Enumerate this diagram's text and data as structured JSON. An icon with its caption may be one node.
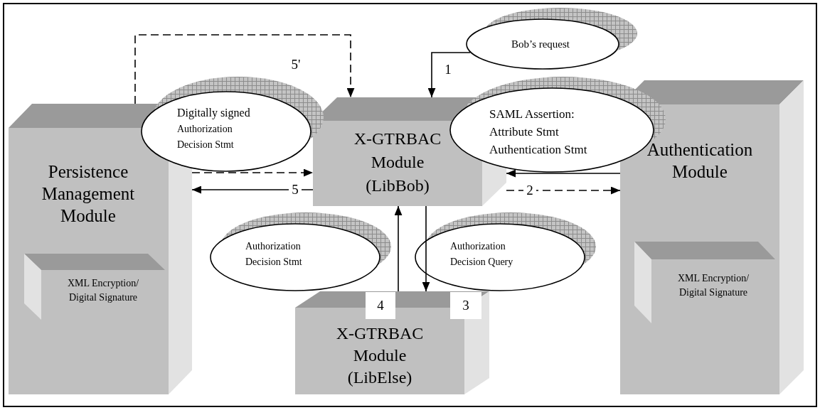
{
  "diagram": {
    "nodes": [
      {
        "text": [
          "Bob’s request"
        ]
      },
      {
        "text": [
          "Persistence Management Module"
        ]
      },
      {
        "text": [
          "XML Encryption/ Digital Signature"
        ],
        "in": 1
      },
      {
        "text": [
          "Digitally signed",
          "Authorization Decision Stmt"
        ]
      },
      {
        "text": [
          "X-GTRBAC Module (LibBob)"
        ]
      },
      {
        "text": [
          "SAML Assertion: Attribute Stmt Authentication Stmt"
        ]
      },
      {
        "text": [
          "Authentication Module"
        ]
      },
      {
        "text": [
          "XML Encryption/ Digital Signature"
        ],
        "in": 6
      },
      {
        "text": [
          "Authorization Decision Stmt"
        ]
      },
      {
        "text": [
          "Authorization Decision Query"
        ]
      },
      {
        "text": [
          "X-GTRBAC Module (LibElse)"
        ]
      }
    ],
    "edges": [
      {
        "from": 0,
        "to": 4,
        "arrow": "to",
        "label": "1"
      },
      {
        "from": 1,
        "to": 4,
        "arrow": "to",
        "label": "5'",
        "style": "dashed"
      },
      {
        "from": 1,
        "to": 4,
        "arrow": "to",
        "style": "dashed"
      },
      {
        "from": 4,
        "to": 1,
        "arrow": "to",
        "label": "5"
      },
      {
        "from": 6,
        "to": 4,
        "arrow": "to"
      },
      {
        "from": 4,
        "to": 6,
        "arrow": "to",
        "label": "2",
        "style": "dashed"
      },
      {
        "from": 10,
        "to": 4,
        "arrow": "to",
        "label": "4"
      },
      {
        "from": 4,
        "to": 10,
        "arrow": "to",
        "label": "3"
      }
    ]
  }
}
